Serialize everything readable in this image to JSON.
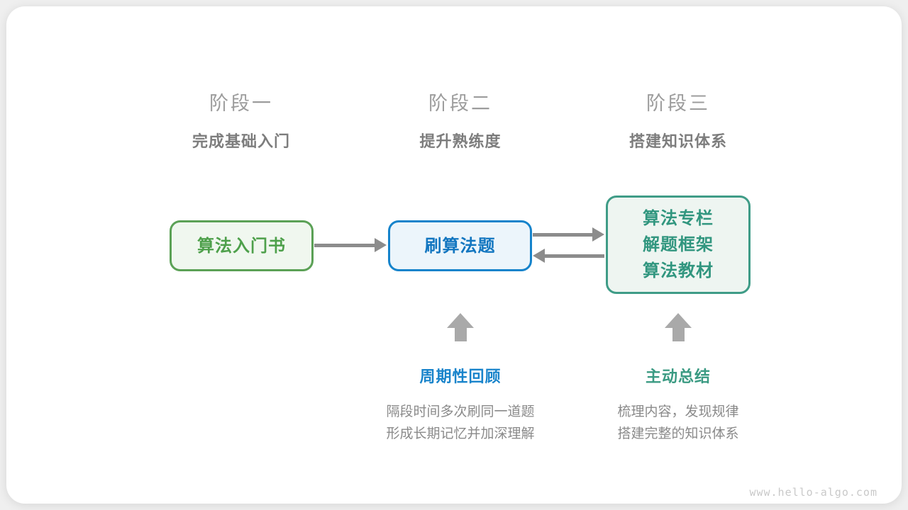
{
  "page": {
    "watermark": "www.hello-algo.com"
  },
  "colors": {
    "green_accent": "#5ba156",
    "blue_accent": "#1583cb",
    "teal_accent": "#3f9c87",
    "arrow_gray": "#8c8c8c",
    "block_arrow_gray": "#a9a9a9",
    "header_gray": "#9c9c9c",
    "subtitle_gray": "#7d7d7d",
    "desc_gray": "#8a8a8a"
  },
  "stages": [
    {
      "label": "阶段一",
      "subtitle": "完成基础入门"
    },
    {
      "label": "阶段二",
      "subtitle": "提升熟练度"
    },
    {
      "label": "阶段三",
      "subtitle": "搭建知识体系"
    }
  ],
  "nodes": [
    {
      "id": "intro-book",
      "lines": [
        "算法入门书"
      ],
      "color": "green"
    },
    {
      "id": "practice-problems",
      "lines": [
        "刷算法题"
      ],
      "color": "blue"
    },
    {
      "id": "knowledge-sources",
      "lines": [
        "算法专栏",
        "解题框架",
        "算法教材"
      ],
      "color": "teal"
    }
  ],
  "annotations": [
    {
      "title": "周期性回顾",
      "desc_line1": "隔段时间多次刷同一道题",
      "desc_line2": "形成长期记忆并加深理解",
      "color": "blue"
    },
    {
      "title": "主动总结",
      "desc_line1": "梳理内容，发现规律",
      "desc_line2": "搭建完整的知识体系",
      "color": "teal"
    }
  ]
}
